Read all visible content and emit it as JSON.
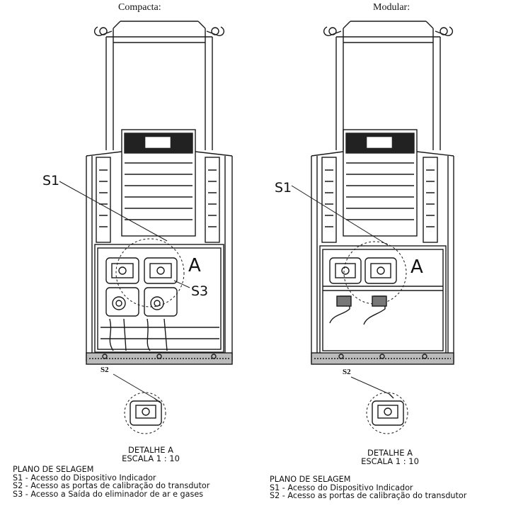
{
  "headings": {
    "left": "Compacta:",
    "right": "Modular:"
  },
  "callouts": {
    "s1": "S1",
    "s2": "S2",
    "s3": "S3",
    "detail_letter": "A"
  },
  "detail": {
    "line1": "DETALHE A",
    "line2": "ESCALA 1 : 10"
  },
  "plan_left": {
    "title": "PLANO DE SELAGEM",
    "items": [
      "S1 - Acesso do Dispositivo Indicador",
      "S2 - Acesso as portas de calibração do transdutor",
      "S3 - Acesso a Saída do eliminador de ar e gases"
    ]
  },
  "plan_right": {
    "title": "PLANO DE SELAGEM",
    "items": [
      "S1 - Acesso do Dispositivo Indicador",
      "S2 - Acesso as portas de calibração do transdutor"
    ]
  }
}
